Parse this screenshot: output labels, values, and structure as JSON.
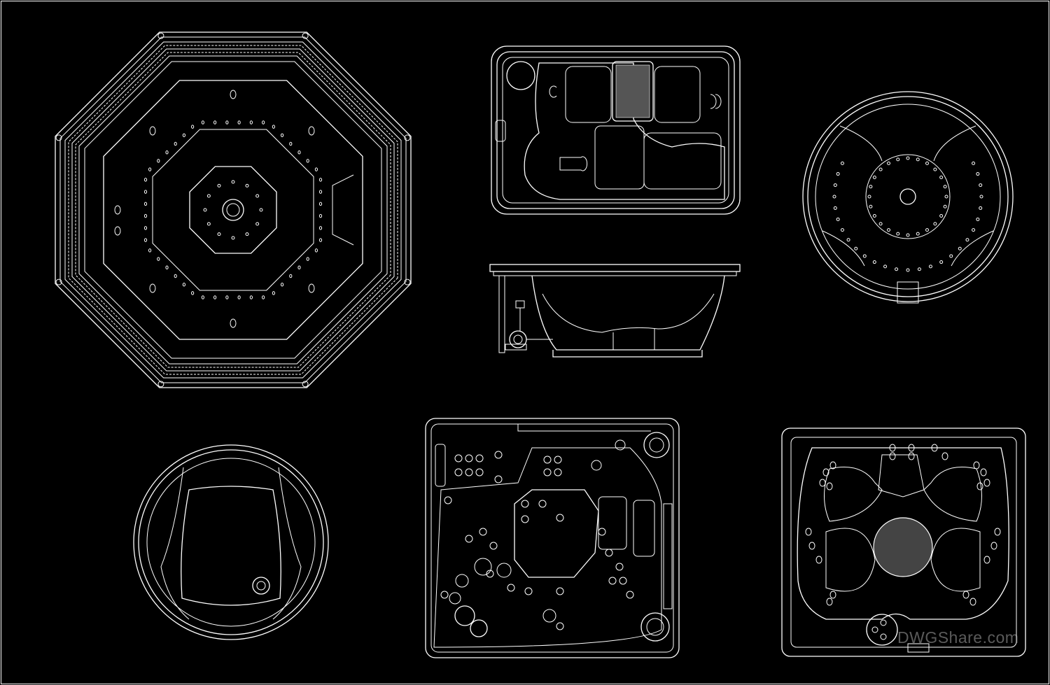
{
  "drawing": {
    "background": "#000000",
    "line_color": "#ffffff",
    "objects": [
      "octagon-hot-tub-plan",
      "rectangular-tub-plan",
      "rectangular-tub-side-elevation",
      "round-hot-tub-plan",
      "small-round-tub-plan",
      "square-spa-plan",
      "rectangular-spa-plan"
    ]
  },
  "watermark": "DWGShare.com"
}
